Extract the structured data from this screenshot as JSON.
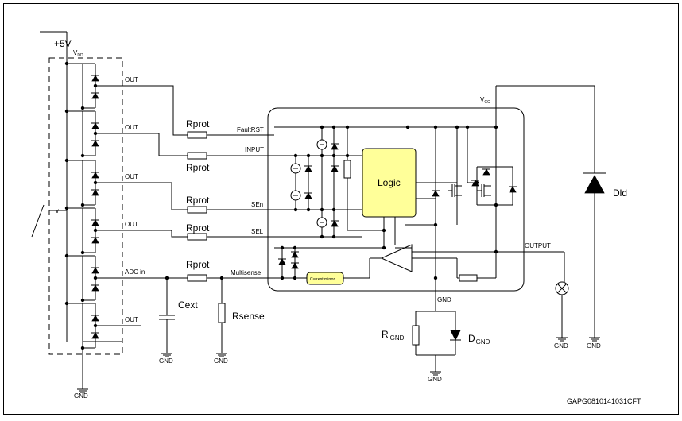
{
  "supply": {
    "label": "+5V",
    "color": "#ff0000"
  },
  "mcu": {
    "vdd": "V",
    "vdd_sub": "DD",
    "pins": [
      "OUT",
      "OUT",
      "OUT",
      "OUT",
      "ADC in",
      "OUT"
    ],
    "gnd": "GND"
  },
  "external": {
    "rprot": [
      "Rprot",
      "Rprot",
      "Rprot",
      "Rprot",
      "Rprot"
    ],
    "cext": "Cext",
    "rsense": "Rsense",
    "gnd_cext": "GND",
    "gnd_rsense": "GND",
    "rgnd": "R",
    "rgnd_sub": "GND",
    "dgnd": "D",
    "dgnd_sub": "GND",
    "gnd_bottom": "GND",
    "dld": "Dld",
    "gnd_load": "GND",
    "gnd_dld": "GND"
  },
  "ic": {
    "vcc": "V",
    "vcc_sub": "CC",
    "pins": [
      "FaultRST",
      "INPUT",
      "SEn",
      "SEL",
      "Multisense"
    ],
    "logic": "Logic",
    "logic_color": "#ffff99",
    "current_mirror": "Current mirror",
    "current_mirror_color": "#ffff99",
    "output": "OUTPUT",
    "gnd": "GND"
  },
  "figure_id": "GAPG0810141031CFT"
}
